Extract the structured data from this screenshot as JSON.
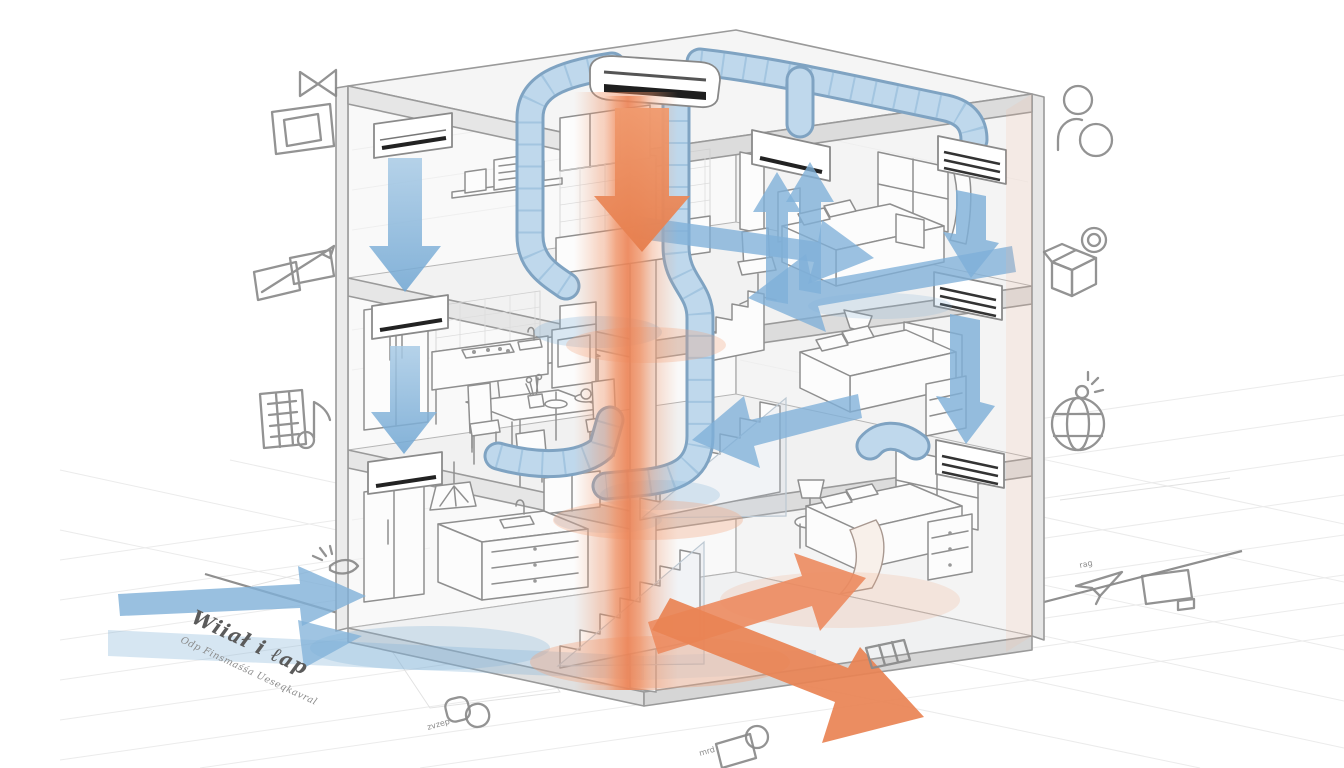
{
  "meta": {
    "description": "Isometric cutaway illustration of a three-storey house showing heating and cooling airflow with ducts, air-conditioning units and large colored flow arrows",
    "background": "#ffffff"
  },
  "palette": {
    "cool_air": "#7FB0D8",
    "cool_duct": "#BFD8EC",
    "warm_air": "#EC8B5F",
    "warm_glow": "#F2A37B",
    "line_art": "#8f8f8f",
    "wall": "#f9f9f9",
    "slab": "#e4e4e4"
  },
  "annotations": {
    "title": "Wiiał i ℓap",
    "subtitle": "Odp Finsmaśśa Ueseqkavral"
  },
  "icons": [
    {
      "name": "video-camera-icon"
    },
    {
      "name": "user-icon"
    },
    {
      "name": "pencil-documents-icon"
    },
    {
      "name": "calculator-note-icon"
    },
    {
      "name": "sparkle-icon"
    },
    {
      "name": "box-target-icon"
    },
    {
      "name": "globe-icon"
    },
    {
      "name": "paper-plane-icon",
      "caption": "rag"
    },
    {
      "name": "monitor-icon"
    },
    {
      "name": "grate-icon"
    },
    {
      "name": "double-b-icon",
      "caption": "zvzep"
    },
    {
      "name": "padlock-icon",
      "caption": "mrd"
    }
  ],
  "airflows": [
    {
      "name": "cool-air-intake",
      "color": "#7FB0D8",
      "direction": "enters lower-left, spreads through rooms"
    },
    {
      "name": "warm-air-stack",
      "color": "#EC8B5F",
      "direction": "rises/falls through central stairwell, exits lower-right"
    }
  ]
}
